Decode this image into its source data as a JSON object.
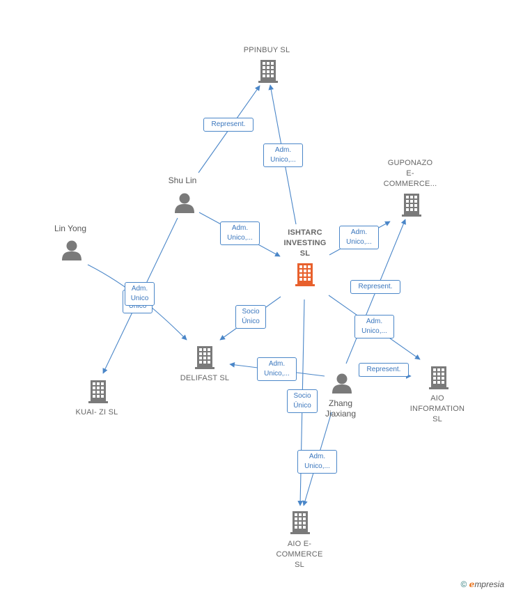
{
  "colors": {
    "edge": "#4a86c8",
    "company_icon": "#7a7a7a",
    "main_company_icon": "#e8602c",
    "person_icon": "#7a7a7a"
  },
  "companies": {
    "ppinbuy": {
      "label": "PPINBUY  SL"
    },
    "guponazo": {
      "label": "GUPONAZO\nE-\nCOMMERCE..."
    },
    "ishtarc": {
      "label": "ISHTARC\nINVESTING\nSL"
    },
    "delifast": {
      "label": "DELIFAST  SL"
    },
    "kuaizi": {
      "label": "KUAI- ZI  SL"
    },
    "aio_information": {
      "label": "AIO\nINFORMATION\nSL"
    },
    "aio_ecommerce": {
      "label": "AIO E-\nCOMMERCE\nSL"
    }
  },
  "persons": {
    "shu_lin": {
      "label": "Shu Lin"
    },
    "lin_yong": {
      "label": "Lin Yong"
    },
    "zhang_jiaxiang": {
      "label": "Zhang\nJiaxiang"
    }
  },
  "edge_labels": {
    "shulin_ppinbuy": "Represent.",
    "ishtarc_ppinbuy": "Adm.\nUnico,...",
    "shulin_ishtarc": "Adm.\nUnico,...",
    "ishtarc_guponazo": "Adm.\nUnico,...",
    "zhang_guponazo": "Represent.",
    "linyong_delifast_back": "Unico",
    "linyong_delifast": "Adm.\nUnico",
    "ishtarc_delifast": "Socio\nÚnico",
    "ishtarc_aioinfo": "Adm.\nUnico,...",
    "zhang_aioinfo": "Represent.",
    "zhang_delifast": "Adm.\nUnico,...",
    "ishtarc_aioecom": "Socio\nÚnico",
    "zhang_aioecom": "Adm.\nUnico,..."
  },
  "brand": {
    "symbol": "©",
    "e": "e",
    "rest": "mpresia"
  }
}
